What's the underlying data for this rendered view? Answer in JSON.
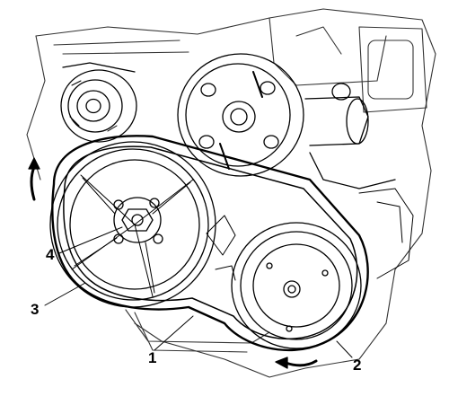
{
  "callouts": {
    "belt": "1",
    "compressor_pulley": "2",
    "crankshaft_pulley": "3",
    "crankshaft_bolt": "4"
  },
  "colors": {
    "line": "#000000",
    "background": "#ffffff",
    "shade": "#8a8a8a"
  }
}
